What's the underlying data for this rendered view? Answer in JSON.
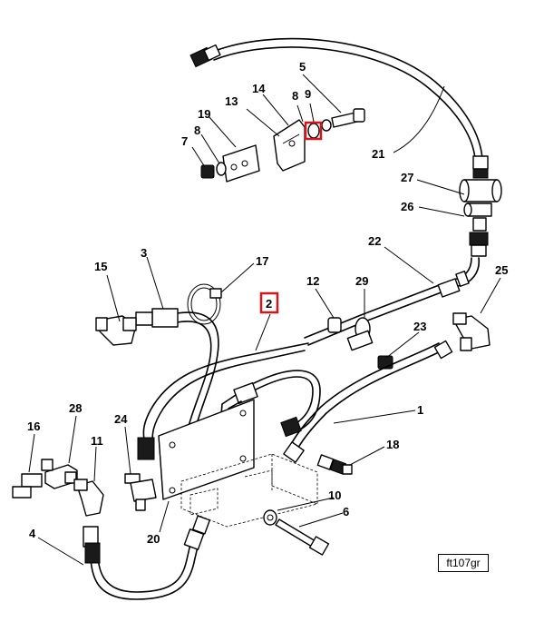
{
  "figure_code": "ft107gr",
  "highlight_color": "#d6141c",
  "callouts": {
    "c1": "1",
    "c2": "2",
    "c3": "3",
    "c4": "4",
    "c5": "5",
    "c6": "6",
    "c7": "7",
    "c8a": "8",
    "c8b": "8",
    "c9": "9",
    "c10": "10",
    "c11": "11",
    "c12": "12",
    "c13": "13",
    "c14": "14",
    "c15": "15",
    "c16": "16",
    "c17": "17",
    "c18": "18",
    "c19": "19",
    "c20": "20",
    "c21": "21",
    "c22": "22",
    "c23": "23",
    "c24": "24",
    "c25": "25",
    "c26": "26",
    "c27": "27",
    "c28": "28",
    "c29": "29"
  },
  "highlighted_callout": "2"
}
